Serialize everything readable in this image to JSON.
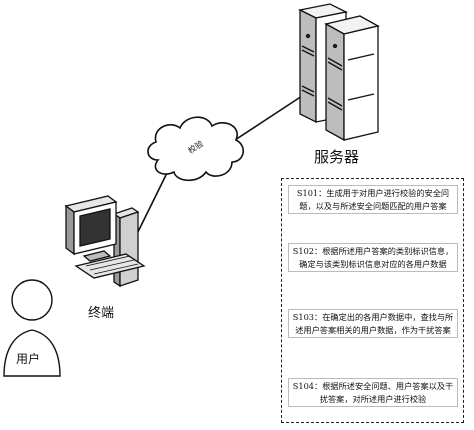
{
  "labels": {
    "server": "服务器",
    "terminal": "终端",
    "user": "用户",
    "cloud": "校验"
  },
  "steps": [
    {
      "id": "S101",
      "text": "S101：生成用于对用户进行校验的安全问题，以及与所述安全问题匹配的用户答案"
    },
    {
      "id": "S102",
      "text": "S102：根据所述用户答案的类别标识信息，确定与该类别标识信息对应的各用户数据"
    },
    {
      "id": "S103",
      "text": "S103：在确定出的各用户数据中，查找与所述用户答案相关的用户数据，作为干扰答案"
    },
    {
      "id": "S104",
      "text": "S104：根据所述安全问题、用户答案以及干扰答案，对所述用户进行校验"
    }
  ],
  "colors": {
    "line": "#111111",
    "fill_light": "#ffffff",
    "fill_gray": "#d9d9d9",
    "fill_dark": "#333333"
  }
}
